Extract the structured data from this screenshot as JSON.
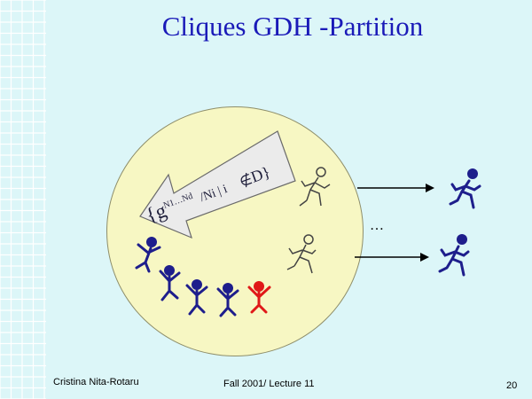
{
  "slide": {
    "title": "Cliques GDH -Partition",
    "formula": {
      "open": "{g",
      "exponent": "N1…Nd",
      "rest": "/Ni | i",
      "not_in": "∉",
      "close": "D}"
    },
    "ellipsis": "…",
    "footer": {
      "author": "Cristina Nita-Rotaru",
      "lecture": "Fall 2001/ Lecture 11",
      "page": "20"
    }
  },
  "colors": {
    "background": "#dcf6f8",
    "title": "#1a1ab8",
    "circle_fill": "#f7f7c3",
    "arrow_fill": "#ebebeb",
    "member_blue": "#1e1e8c",
    "member_red": "#e01818"
  }
}
